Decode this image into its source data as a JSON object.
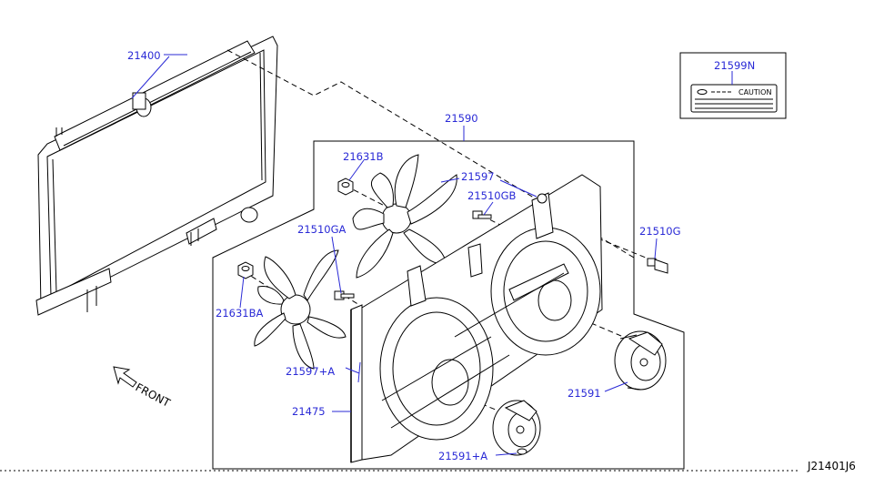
{
  "parts": {
    "p21400": "21400",
    "p21590": "21590",
    "p21599N": "21599N",
    "p21631B": "21631B",
    "p21597": "21597",
    "p21510GB": "21510GB",
    "p21510GA": "21510GA",
    "p21510G": "21510G",
    "p21631BA": "21631BA",
    "p21597A": "21597+A",
    "p21475": "21475",
    "p21591": "21591",
    "p21591A": "21591+A"
  },
  "caution_label": "CAUTION",
  "front_label": "FRONT",
  "diagram_ref": "J21401J6"
}
